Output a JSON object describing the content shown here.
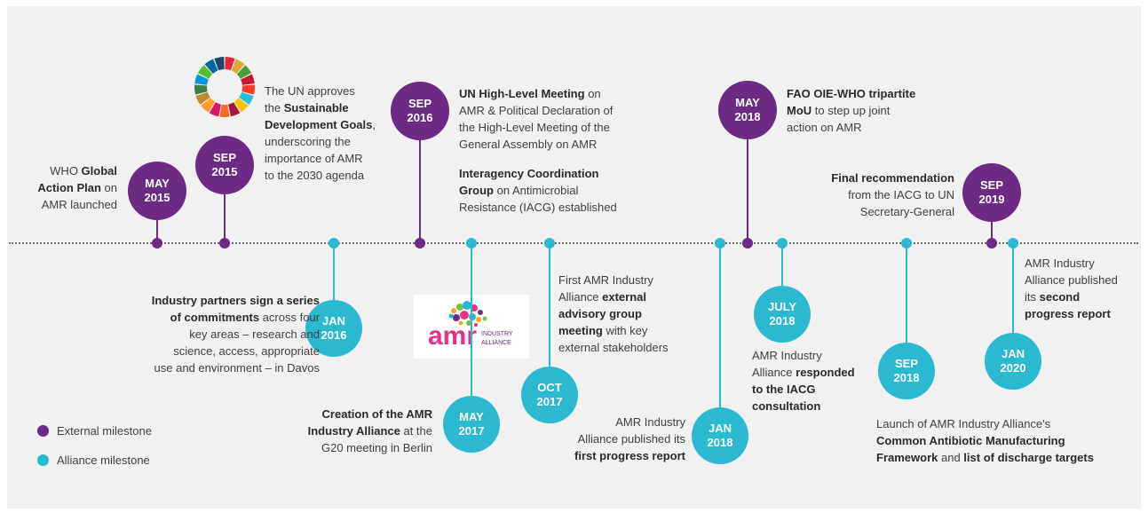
{
  "colors": {
    "external": "#6d2a85",
    "alliance": "#2bb9d1",
    "panel": "#f1f1f1"
  },
  "legend": {
    "external": "External milestone",
    "alliance": "Alliance milestone"
  },
  "logo": {
    "text": "amr",
    "sub1": "INDUSTRY",
    "sub2": "ALLIANCE"
  },
  "milestones": [
    {
      "id": "may2015",
      "kind": "external",
      "month": "MAY",
      "year": "2015",
      "text": [
        [
          "WHO ",
          ""
        ],
        [
          "Global",
          "b"
        ],
        [
          "\nAction Plan",
          "b"
        ],
        [
          " on\nAMR launched",
          ""
        ]
      ]
    },
    {
      "id": "sep2015",
      "kind": "external",
      "month": "SEP",
      "year": "2015",
      "text": [
        [
          "The UN approves\nthe ",
          ""
        ],
        [
          "Sustainable\nDevelopment Goals",
          "b"
        ],
        [
          ",\nunderscoring the\nimportance of AMR\nto the 2030 agenda",
          ""
        ]
      ]
    },
    {
      "id": "jan2016",
      "kind": "alliance",
      "month": "JAN",
      "year": "2016",
      "text": [
        [
          "Industry partners sign a series\nof commitments",
          "b"
        ],
        [
          " across four\nkey areas – research and\nscience, access, appropriate\nuse and environment – in Davos",
          ""
        ]
      ]
    },
    {
      "id": "sep2016",
      "kind": "external",
      "month": "SEP",
      "year": "2016",
      "text": [
        [
          "UN High-Level Meeting",
          "b"
        ],
        [
          " on\nAMR & Political Declaration of\nthe High-Level Meeting of the\nGeneral Assembly on AMR",
          ""
        ]
      ],
      "text2": [
        [
          "Interagency Coordination\nGroup",
          "b"
        ],
        [
          " on Antimicrobial\nResistance (IACG) established",
          ""
        ]
      ]
    },
    {
      "id": "may2017",
      "kind": "alliance",
      "month": "MAY",
      "year": "2017",
      "text": [
        [
          "Creation of the AMR\nIndustry Alliance",
          "b"
        ],
        [
          " at the\nG20 meeting in Berlin",
          ""
        ]
      ]
    },
    {
      "id": "oct2017",
      "kind": "alliance",
      "month": "OCT",
      "year": "2017",
      "text": [
        [
          "First AMR Industry\nAlliance ",
          ""
        ],
        [
          "external\nadvisory group\nmeeting",
          "b"
        ],
        [
          " with key\nexternal stakeholders",
          ""
        ]
      ]
    },
    {
      "id": "jan2018",
      "kind": "alliance",
      "month": "JAN",
      "year": "2018",
      "text": [
        [
          "AMR Industry\nAlliance published its\n",
          ""
        ],
        [
          "first progress report",
          "b"
        ]
      ]
    },
    {
      "id": "may2018",
      "kind": "external",
      "month": "MAY",
      "year": "2018",
      "text": [
        [
          "FAO OIE-WHO tripartite\nMoU",
          "b"
        ],
        [
          " to step up joint\naction on AMR",
          ""
        ]
      ]
    },
    {
      "id": "jul2018",
      "kind": "alliance",
      "month": "JULY",
      "year": "2018",
      "text": [
        [
          "AMR Industry\nAlliance ",
          ""
        ],
        [
          "responded\nto the IACG\nconsultation",
          "b"
        ]
      ]
    },
    {
      "id": "sep2018",
      "kind": "alliance",
      "month": "SEP",
      "year": "2018",
      "text": [
        [
          "Launch of AMR Industry Alliance's\n",
          ""
        ],
        [
          "Common Antibiotic Manufacturing\nFramework",
          "b"
        ],
        [
          " and ",
          ""
        ],
        [
          "list of discharge targets",
          "b"
        ]
      ]
    },
    {
      "id": "sep2019",
      "kind": "external",
      "month": "SEP",
      "year": "2019",
      "text": [
        [
          "Final recommendation",
          "b"
        ],
        [
          "\nfrom the IACG to UN\nSecretary-General",
          ""
        ]
      ]
    },
    {
      "id": "jan2020",
      "kind": "alliance",
      "month": "JAN",
      "year": "2020",
      "text": [
        [
          "AMR Industry\nAlliance published\nits ",
          ""
        ],
        [
          "second\nprogress report",
          "b"
        ]
      ]
    }
  ]
}
